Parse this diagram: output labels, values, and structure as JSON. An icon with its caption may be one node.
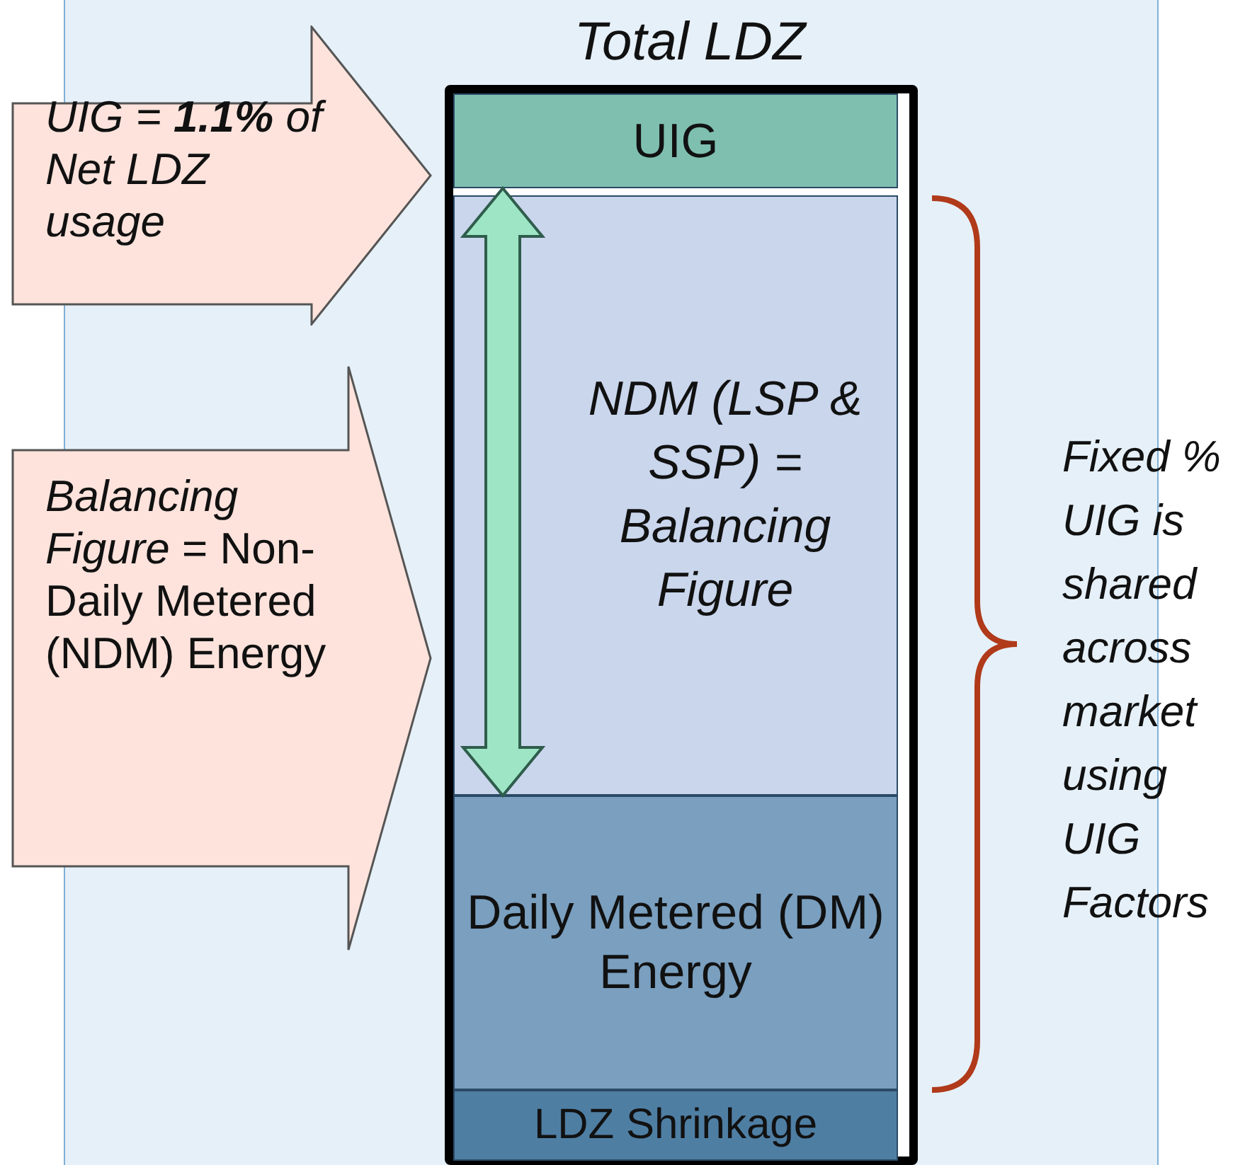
{
  "diagram": {
    "nodes": [
      {
        "text": [
          "Total LDZ"
        ]
      },
      {
        "text": [
          "UIG"
        ],
        "in": 0
      },
      {
        "text": [
          "NDM (LSP & SSP) = Balancing Figure"
        ],
        "in": 0
      },
      {
        "text": [
          "Daily Metered (DM) Energy"
        ],
        "in": 0
      },
      {
        "text": [
          "LDZ Shrinkage"
        ],
        "in": 0
      },
      {
        "text": [
          "UIG = **1.1%** of Net LDZ usage"
        ]
      },
      {
        "text": [
          "*Balancing Figure* = Non-Daily Metered (NDM) Energy"
        ]
      }
    ],
    "edges": [
      {
        "from": 1,
        "to": 3,
        "arrow": "both"
      }
    ],
    "labels": [
      "Fixed % UIG is shared across market using UIG Factors"
    ]
  }
}
